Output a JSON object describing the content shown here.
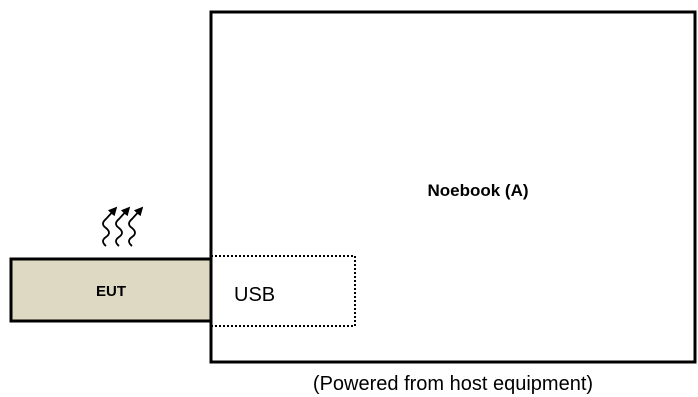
{
  "notebook": {
    "label": "Noebook (A)",
    "border_color": "#000000"
  },
  "eut": {
    "label": "EUT",
    "fill_color": "#ddd9c3"
  },
  "usb": {
    "label": "USB"
  },
  "caption": "(Powered from host equipment)",
  "emission_icon": "radiated-emission-arrows"
}
